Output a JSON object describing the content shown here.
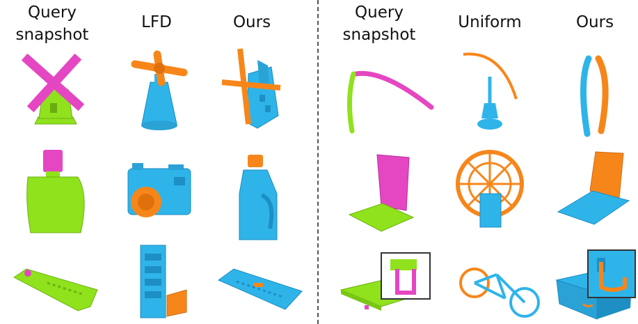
{
  "left_panel": {
    "headers": [
      "Query\nsnapshot",
      "LFD",
      "Ours"
    ]
  },
  "right_panel": {
    "headers": [
      "Query\nsnapshot",
      "Uniform",
      "Ours"
    ]
  },
  "colors": {
    "green": "#8fe21c",
    "magenta": "#e546c2",
    "blue": "#2fb4ea",
    "orange": "#f7861a",
    "inset_border": "#333333"
  },
  "objects": [
    {
      "name": "windmill",
      "rows": 1
    },
    {
      "name": "perfume-bottle",
      "rows": 2
    },
    {
      "name": "remote",
      "rows": 3
    }
  ]
}
